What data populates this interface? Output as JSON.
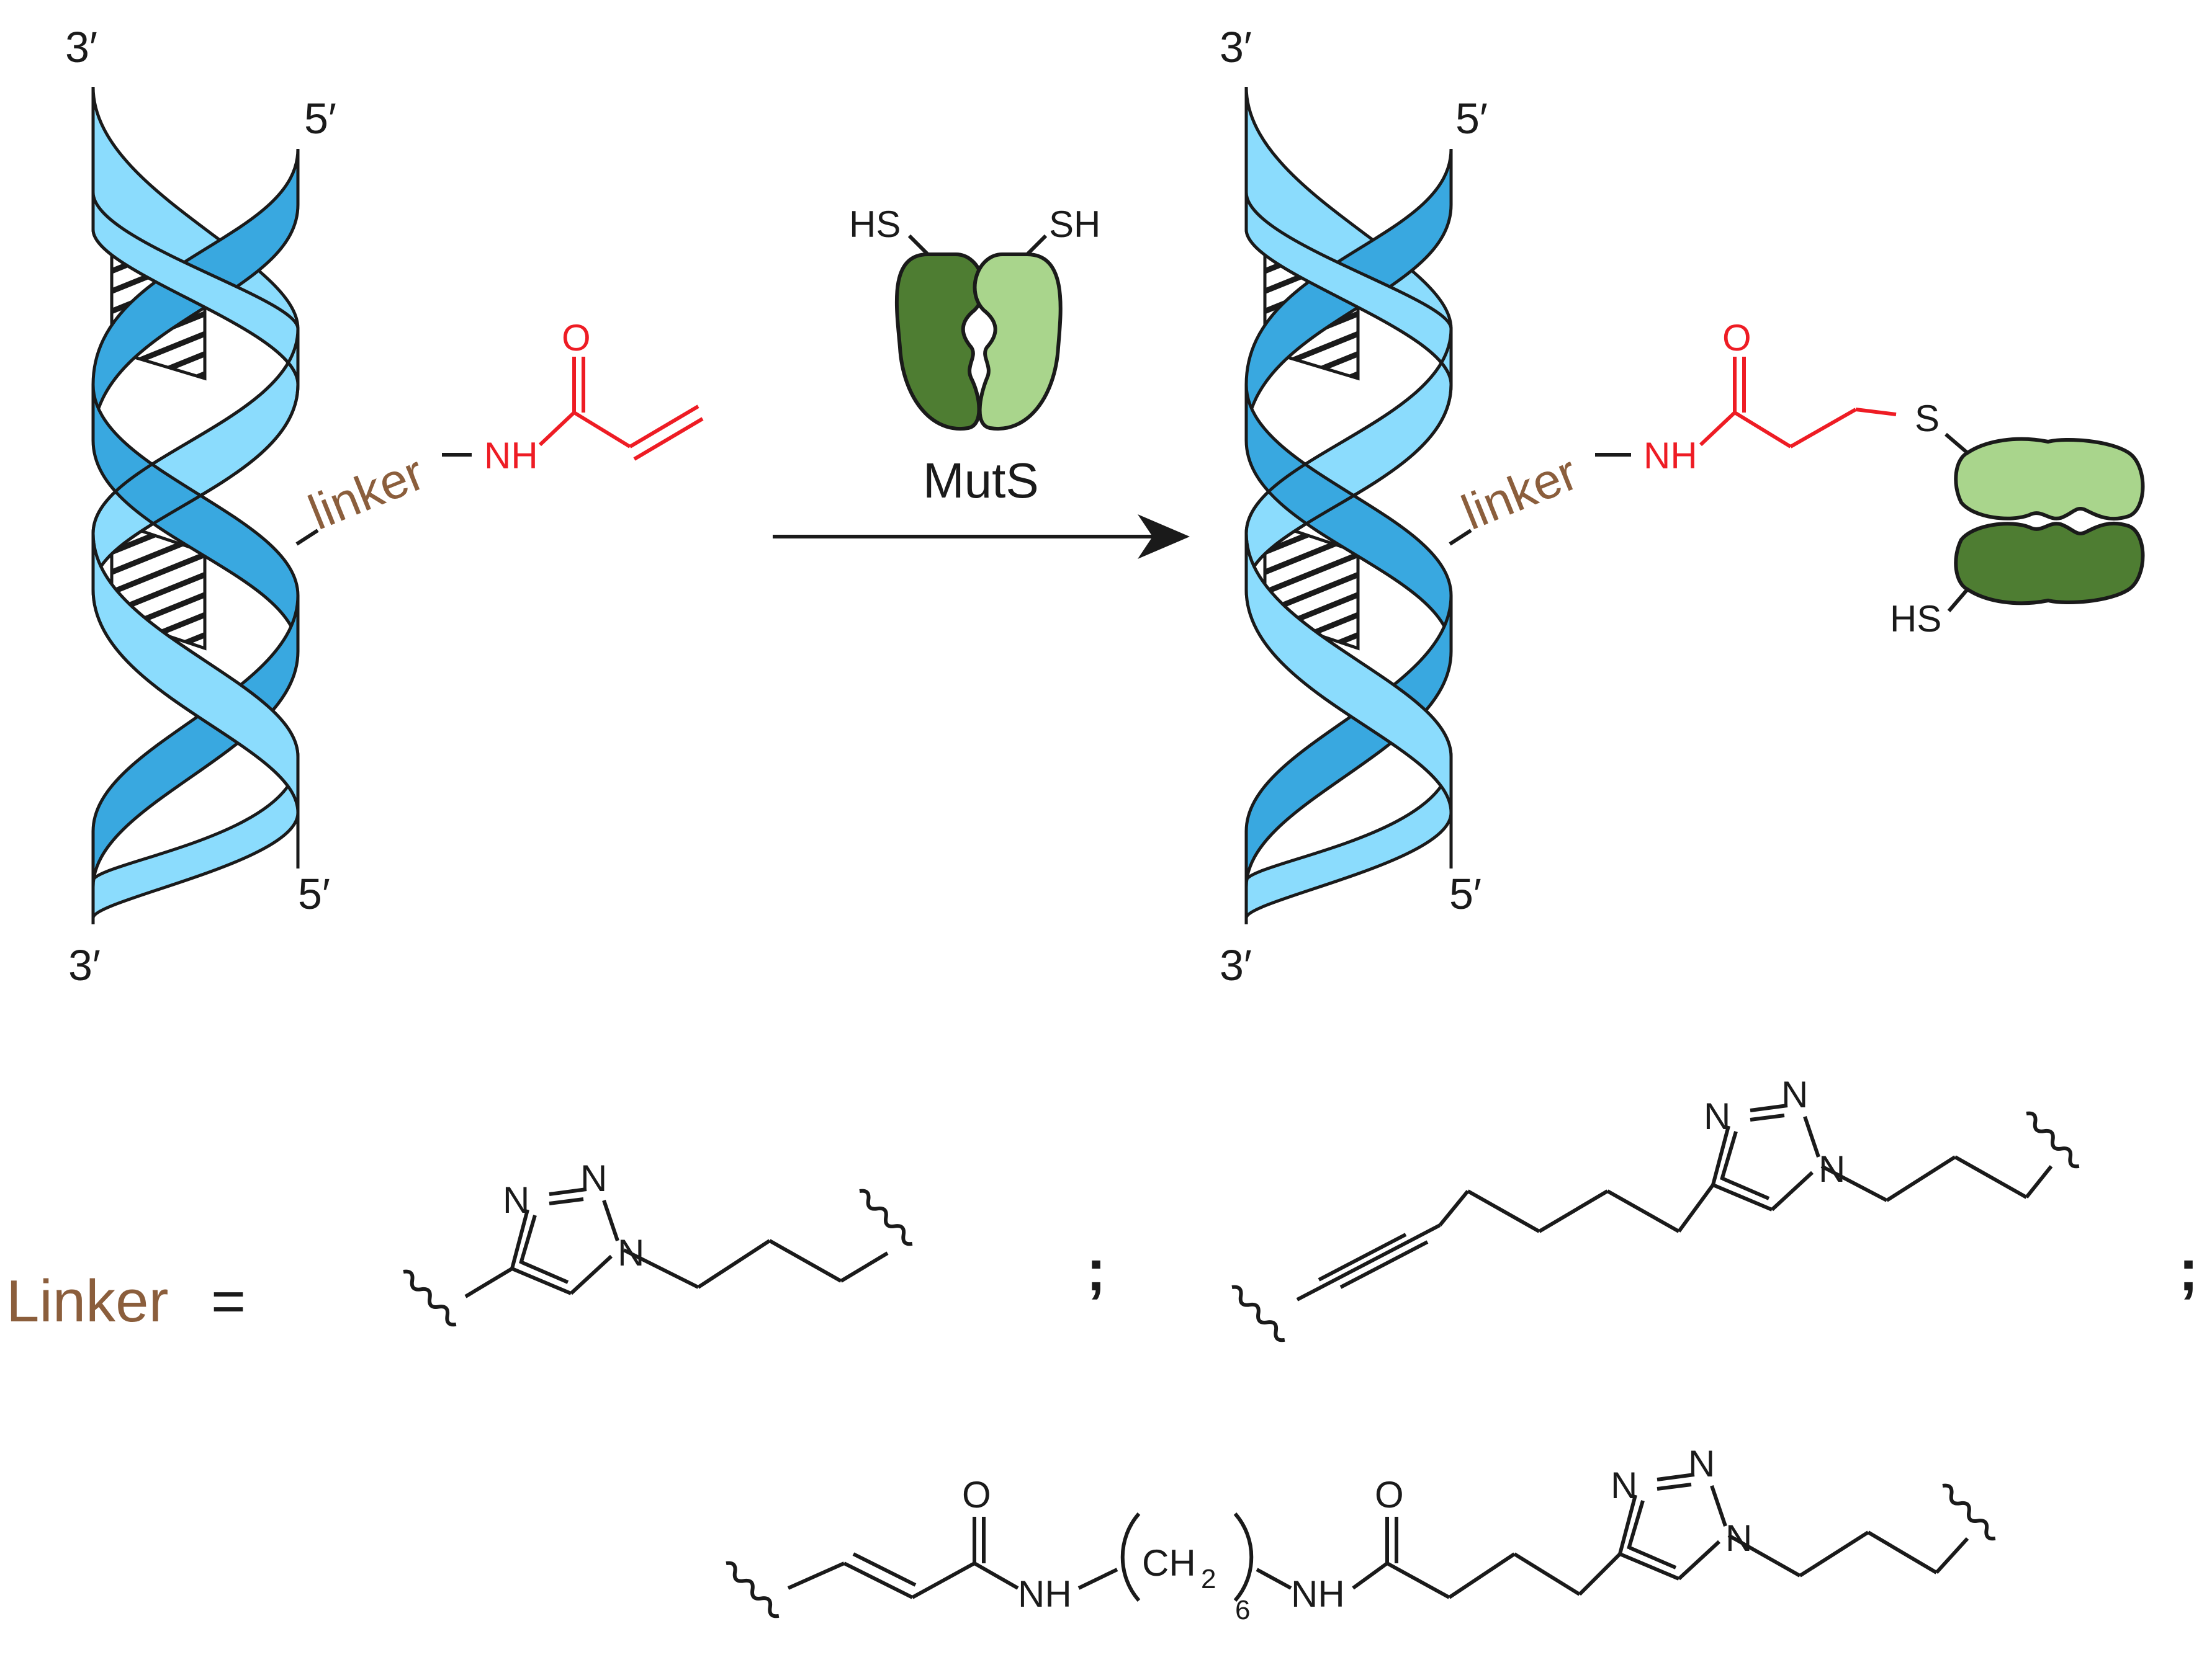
{
  "colors": {
    "strand_light": "#8bdcfd",
    "strand_dark": "#39a8e0",
    "outline": "#1a1a1a",
    "acrylamide": "#ee1c24",
    "linker": "#8b5e3c",
    "mutS_dark": "#4e7d32",
    "mutS_light": "#a9d58c"
  },
  "dna_left": {
    "top_left_end": "3′",
    "top_right_end": "5′",
    "bottom_right_end": "5′",
    "bottom_left_end": "3′"
  },
  "dna_right": {
    "top_left_end": "3′",
    "top_right_end": "5′",
    "bottom_right_end": "5′",
    "bottom_left_end": "3′"
  },
  "reactant": {
    "linker_label": "linker",
    "nh": "NH",
    "oxygen": "O"
  },
  "reagent": {
    "thiol_left": "HS",
    "thiol_right": "SH",
    "name": "MutS"
  },
  "product": {
    "linker_label": "linker",
    "nh": "NH",
    "oxygen": "O",
    "sulfur": "S",
    "free_thiol": "HS"
  },
  "legend": {
    "linker_word": "Linker",
    "equals": "=",
    "separator": ";"
  },
  "triazole": {
    "n1": "N",
    "n2": "N",
    "n3": "N"
  },
  "linker3": {
    "oxygen": "O",
    "nh": "NH",
    "ch": "CH",
    "sub2": "2",
    "sub6": "6"
  }
}
